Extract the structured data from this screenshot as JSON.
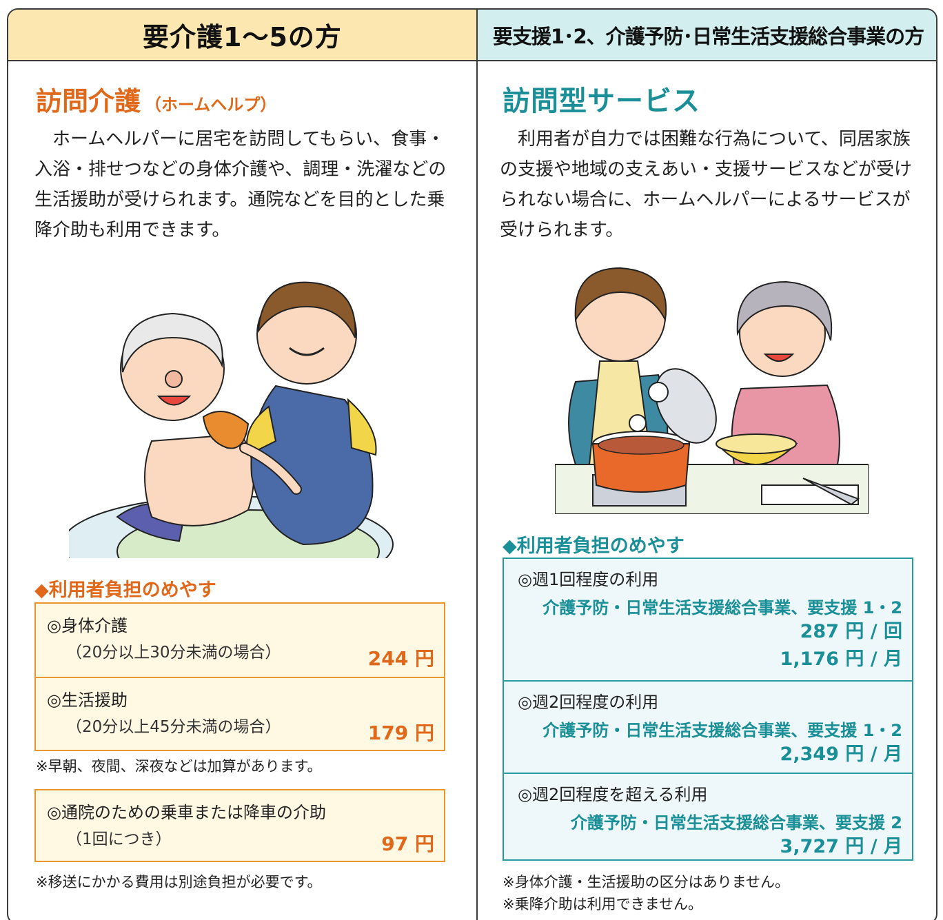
{
  "left": {
    "header": "要介護1〜5の方",
    "title": "訪問介護",
    "title_sub": "（ホームヘルプ）",
    "description": "　ホームヘルパーに居宅を訪問してもらい、食事・入浴・排せつなどの身体介護や、調理・洗濯などの生活援助が受けられます。通院などを目的とした乗降介助も利用できます。",
    "cost_heading": "◆利用者負担のめやす",
    "items": [
      {
        "label": "◎身体介護",
        "condition": "（20分以上30分未満の場合）",
        "price": "244 円"
      },
      {
        "label": "◎生活援助",
        "condition": "（20分以上45分未満の場合）",
        "price": "179 円"
      }
    ],
    "note1": "※早朝、夜間、深夜などは加算があります。",
    "extra_item": {
      "label": "◎通院のための乗車または降車の介助",
      "condition": "（1回につき）",
      "price": "97 円"
    },
    "note2": "※移送にかかる費用は別途負担が必要です。"
  },
  "right": {
    "header": "要支援1･2、介護予防･日常生活支援総合事業の方",
    "title": "訪問型サービス",
    "description": "　利用者が自力では困難な行為について、同居家族の支援や地域の支えあい・支援サービスなどが受けられない場合に、ホームヘルパーによるサービスが受けられます。",
    "cost_heading": "◆利用者負担のめやす",
    "items": [
      {
        "label": "◎週1回程度の利用",
        "service": "介護予防・日常生活支援総合事業、要支援 1・2",
        "price1": "287 円 / 回",
        "price2": "1,176 円 / 月"
      },
      {
        "label": "◎週2回程度の利用",
        "service": "介護予防・日常生活支援総合事業、要支援 1・2",
        "price1": "2,349 円 / 月"
      },
      {
        "label": "◎週2回程度を超える利用",
        "service": "介護予防・日常生活支援総合事業、要支援 2",
        "price1": "3,727 円 / 月"
      }
    ],
    "note1": "※身体介護・生活援助の区分はありません。",
    "note2": "※乗降介助は利用できません。"
  }
}
